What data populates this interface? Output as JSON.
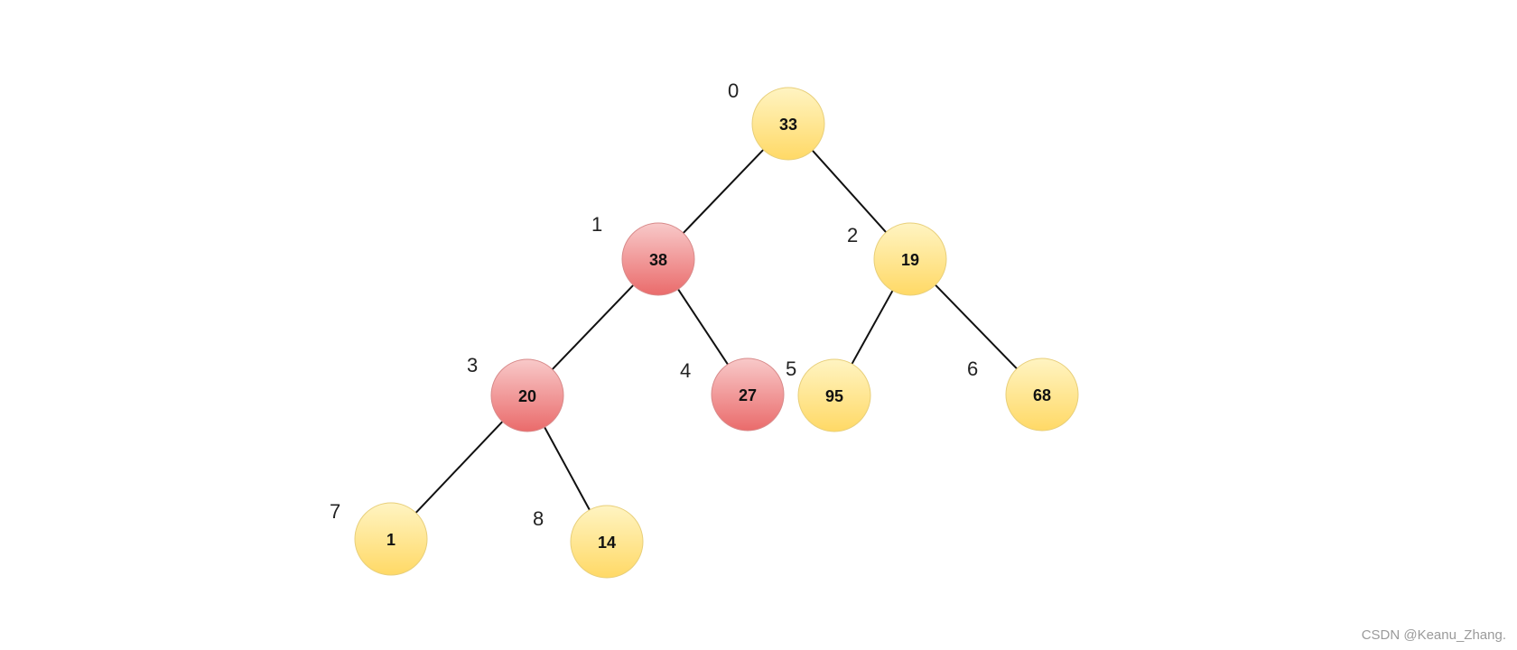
{
  "tree": {
    "nodes": [
      {
        "index": "0",
        "value": "33",
        "color": "yellow"
      },
      {
        "index": "1",
        "value": "38",
        "color": "red"
      },
      {
        "index": "2",
        "value": "19",
        "color": "yellow"
      },
      {
        "index": "3",
        "value": "20",
        "color": "red"
      },
      {
        "index": "4",
        "value": "27",
        "color": "red"
      },
      {
        "index": "5",
        "value": "95",
        "color": "yellow"
      },
      {
        "index": "6",
        "value": "68",
        "color": "yellow"
      },
      {
        "index": "7",
        "value": "1",
        "color": "yellow"
      },
      {
        "index": "8",
        "value": "14",
        "color": "yellow"
      }
    ],
    "edges": [
      [
        0,
        1
      ],
      [
        0,
        2
      ],
      [
        1,
        3
      ],
      [
        1,
        4
      ],
      [
        2,
        5
      ],
      [
        2,
        6
      ],
      [
        3,
        7
      ],
      [
        3,
        8
      ]
    ]
  },
  "colors": {
    "yellow_top": "#fff4c2",
    "yellow_bottom": "#ffd966",
    "yellow_stroke": "#e8cf7a",
    "red_top": "#f8c9c9",
    "red_bottom": "#ea6b6b",
    "red_stroke": "#d88a8a"
  },
  "watermark": "CSDN @Keanu_Zhang."
}
